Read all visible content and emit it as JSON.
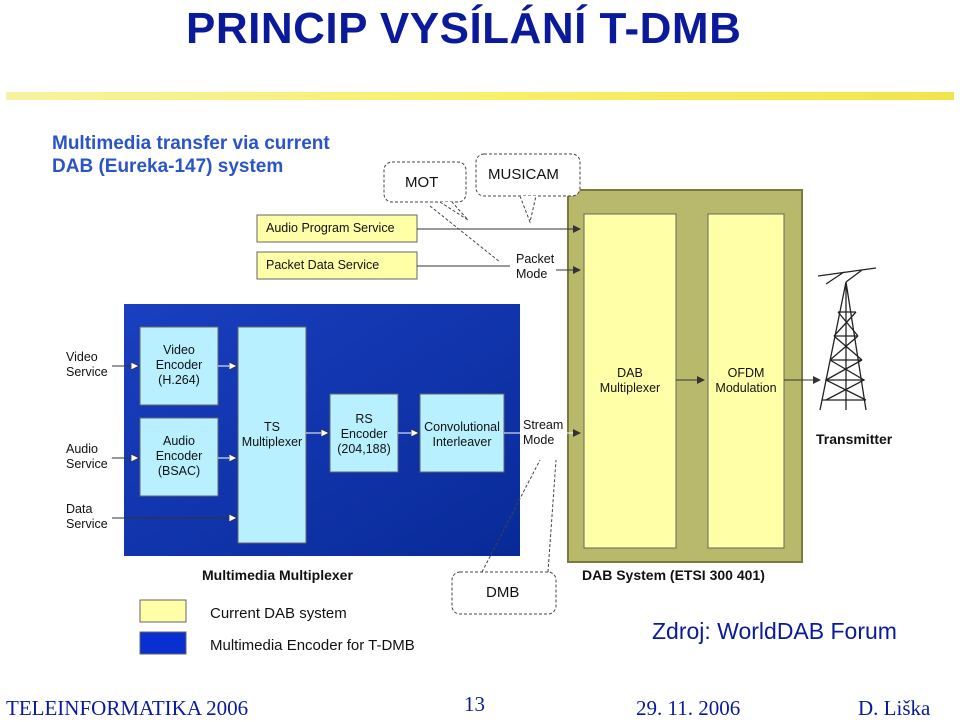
{
  "title": "PRINCIP VYSÍLÁNÍ T-DMB",
  "heading": {
    "line1": "Multimedia transfer via current",
    "line2": "DAB (Eureka-147) system"
  },
  "callouts": {
    "mot": "MOT",
    "musicam": "MUSICAM",
    "dmb": "DMB"
  },
  "services": {
    "audio_program": "Audio Program Service",
    "packet_data": "Packet Data Service"
  },
  "packet_mode": {
    "line1": "Packet",
    "line2": "Mode"
  },
  "stream_mode": {
    "line1": "Stream",
    "line2": "Mode"
  },
  "inputs": {
    "video": {
      "line1": "Video",
      "line2": "Service"
    },
    "audio": {
      "line1": "Audio",
      "line2": "Service"
    },
    "data": {
      "line1": "Data",
      "line2": "Service"
    }
  },
  "encoders": {
    "video": {
      "line1": "Video",
      "line2": "Encoder",
      "line3": "(H.264)"
    },
    "audio": {
      "line1": "Audio",
      "line2": "Encoder",
      "line3": "(BSAC)"
    },
    "ts": {
      "line1": "TS",
      "line2": "Multiplexer"
    },
    "rs": {
      "line1": "RS",
      "line2": "Encoder",
      "line3": "(204,188)"
    },
    "conv": {
      "line1": "Convolutional",
      "line2": "Interleaver"
    }
  },
  "dab": {
    "mux": {
      "line1": "DAB",
      "line2": "Multiplexer"
    },
    "ofdm": {
      "line1": "OFDM",
      "line2": "Modulation"
    }
  },
  "transmitter": "Transmitter",
  "captions": {
    "mm_mux": "Multimedia Multiplexer",
    "dab_system": "DAB System (ETSI 300 401)"
  },
  "legend": {
    "current": "Current DAB system",
    "mm_encoder": "Multimedia Encoder for T-DMB"
  },
  "source": "Zdroj: WorldDAB Forum",
  "footer": {
    "course": "TELEINFORMATIKA 2006",
    "page": "13",
    "date": "29. 11. 2006",
    "author": "D. Liška"
  },
  "colors": {
    "title": "#0a1a9a",
    "blue_block": "#0a2fa8",
    "yellow_box": "#ffffa8",
    "cyan_box": "#b8f0ff",
    "olive_panel": "#b8b86a"
  }
}
